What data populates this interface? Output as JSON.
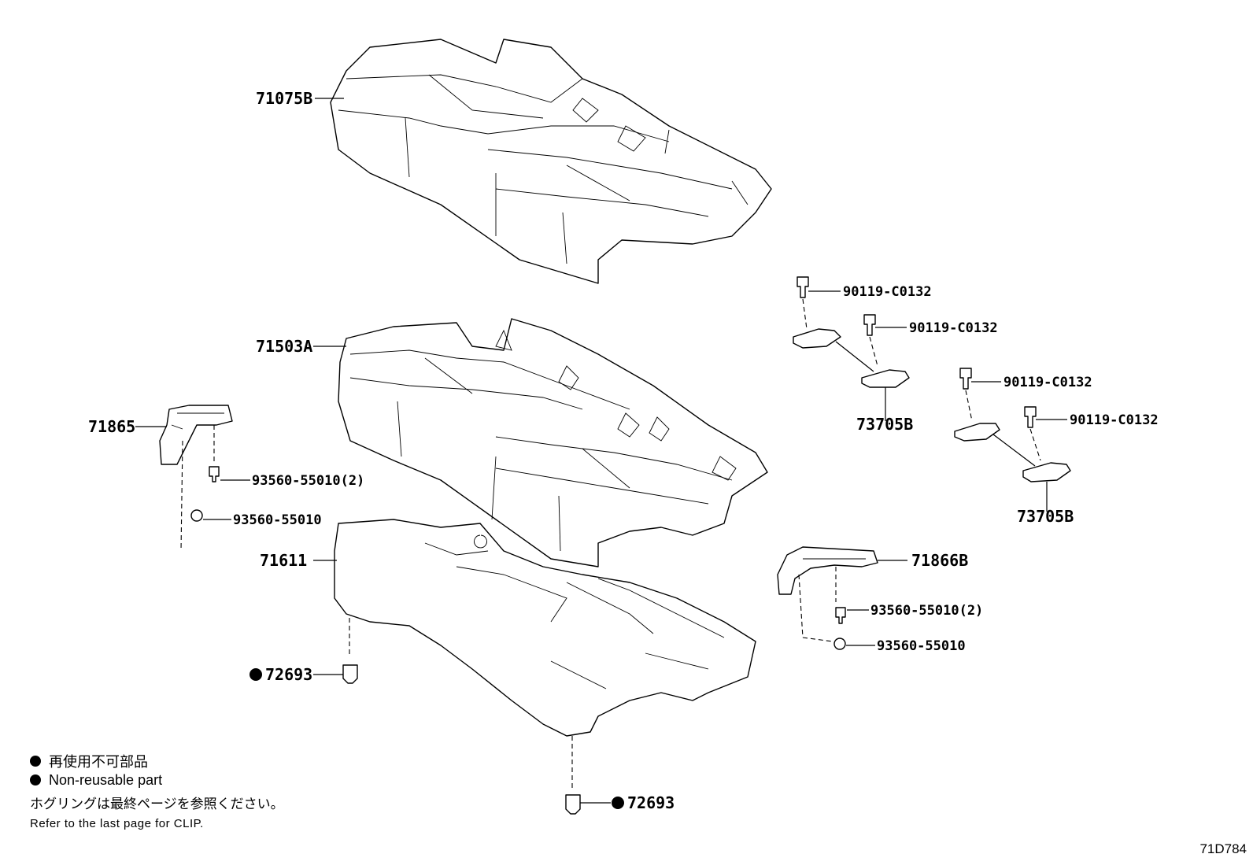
{
  "labels": {
    "seat_cover": "71075B",
    "seat_pad": "71503A",
    "bracket_left": "71865",
    "screw_left_a": "93560-55010(2)",
    "screw_left_b": "93560-55010",
    "seat_frame": "71611",
    "clip_left": "72693",
    "clip_bottom": "72693",
    "bolt_1": "90119-C0132",
    "bolt_2": "90119-C0132",
    "bolt_3": "90119-C0132",
    "bolt_4": "90119-C0132",
    "hook_upper": "73705B",
    "hook_lower": "73705B",
    "bracket_right": "71866B",
    "screw_right_a": "93560-55010(2)",
    "screw_right_b": "93560-55010"
  },
  "legend": {
    "jp": "再使用不可部品",
    "en": "Non-reusable part",
    "note_jp": "ホグリングは最終ページを参照ください。",
    "note_en": "Refer to the last page for CLIP."
  },
  "diagram_code": "71D784"
}
